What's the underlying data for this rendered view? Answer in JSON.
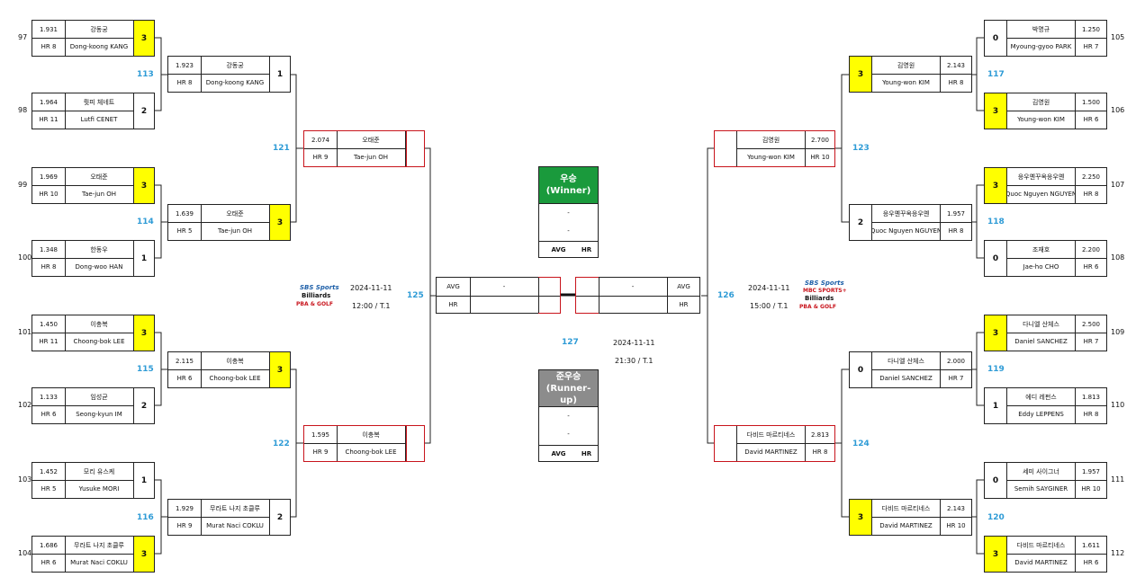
{
  "r1_left": [
    {
      "seed": "97",
      "avg": "1.931",
      "hr": "HR 8",
      "name_ko": "강동궁",
      "name_en": "Dong-koong KANG",
      "score": "3",
      "win": true
    },
    {
      "seed": "98",
      "avg": "1.964",
      "hr": "HR 11",
      "name_ko": "륏피 체네트",
      "name_en": "Lutfi CENET",
      "score": "2",
      "win": false
    },
    {
      "seed": "99",
      "avg": "1.969",
      "hr": "HR 10",
      "name_ko": "오태준",
      "name_en": "Tae-jun OH",
      "score": "3",
      "win": true
    },
    {
      "seed": "100",
      "avg": "1.348",
      "hr": "HR 8",
      "name_ko": "한동우",
      "name_en": "Dong-woo HAN",
      "score": "1",
      "win": false
    },
    {
      "seed": "101",
      "avg": "1.450",
      "hr": "HR 11",
      "name_ko": "이충복",
      "name_en": "Choong-bok LEE",
      "score": "3",
      "win": true
    },
    {
      "seed": "102",
      "avg": "1.133",
      "hr": "HR 6",
      "name_ko": "임성균",
      "name_en": "Seong-kyun IM",
      "score": "2",
      "win": false
    },
    {
      "seed": "103",
      "avg": "1.452",
      "hr": "HR 5",
      "name_ko": "모리 유스케",
      "name_en": "Yusuke MORI",
      "score": "1",
      "win": false
    },
    {
      "seed": "104",
      "avg": "1.686",
      "hr": "HR 6",
      "name_ko": "무라트 나지 초클루",
      "name_en": "Murat Naci COKLU",
      "score": "3",
      "win": true
    }
  ],
  "r2_left": [
    {
      "avg": "1.923",
      "hr": "HR 8",
      "name_ko": "강동궁",
      "name_en": "Dong-koong KANG",
      "score": "1",
      "win": false
    },
    {
      "avg": "1.639",
      "hr": "HR 5",
      "name_ko": "오태준",
      "name_en": "Tae-jun OH",
      "score": "3",
      "win": true
    },
    {
      "avg": "2.115",
      "hr": "HR 6",
      "name_ko": "이충복",
      "name_en": "Choong-bok LEE",
      "score": "3",
      "win": true
    },
    {
      "avg": "1.929",
      "hr": "HR 9",
      "name_ko": "무라트 나지 초클루",
      "name_en": "Murat Naci COKLU",
      "score": "2",
      "win": false
    }
  ],
  "r3_left": [
    {
      "avg": "2.074",
      "hr": "HR 9",
      "name_ko": "오태준",
      "name_en": "Tae-jun OH",
      "score": ""
    },
    {
      "avg": "1.595",
      "hr": "HR 9",
      "name_ko": "이충복",
      "name_en": "Choong-bok LEE",
      "score": ""
    }
  ],
  "r1_right": [
    {
      "seed": "105",
      "avg": "1.250",
      "hr": "HR 7",
      "name_ko": "박명규",
      "name_en": "Myoung-gyoo PARK",
      "score": "0",
      "win": false
    },
    {
      "seed": "106",
      "avg": "1.500",
      "hr": "HR 6",
      "name_ko": "김영원",
      "name_en": "Young-won KIM",
      "score": "3",
      "win": true
    },
    {
      "seed": "107",
      "avg": "2.250",
      "hr": "HR 8",
      "name_ko": "응우옌꾸옥응우옌",
      "name_en": "Quoc Nguyen NGUYEN",
      "score": "3",
      "win": true
    },
    {
      "seed": "108",
      "avg": "2.200",
      "hr": "HR 6",
      "name_ko": "조재호",
      "name_en": "Jae-ho CHO",
      "score": "0",
      "win": false
    },
    {
      "seed": "109",
      "avg": "2.500",
      "hr": "HR 7",
      "name_ko": "다니엘 산체스",
      "name_en": "Daniel SANCHEZ",
      "score": "3",
      "win": true
    },
    {
      "seed": "110",
      "avg": "1.813",
      "hr": "HR 8",
      "name_ko": "에디 레펀스",
      "name_en": "Eddy LEPPENS",
      "score": "1",
      "win": false
    },
    {
      "seed": "111",
      "avg": "1.957",
      "hr": "HR 10",
      "name_ko": "세미 사이그너",
      "name_en": "Semih SAYGINER",
      "score": "0",
      "win": false
    },
    {
      "seed": "112",
      "avg": "1.611",
      "hr": "HR 6",
      "name_ko": "다비드 마르티네스",
      "name_en": "David MARTINEZ",
      "score": "3",
      "win": true
    }
  ],
  "r2_right": [
    {
      "avg": "2.143",
      "hr": "HR 8",
      "name_ko": "김영원",
      "name_en": "Young-won KIM",
      "score": "3",
      "win": true
    },
    {
      "avg": "1.957",
      "hr": "HR 8",
      "name_ko": "응우옌꾸옥응우옌",
      "name_en": "Quoc Nguyen NGUYEN",
      "score": "2",
      "win": false
    },
    {
      "avg": "2.000",
      "hr": "HR 7",
      "name_ko": "다니엘 산체스",
      "name_en": "Daniel SANCHEZ",
      "score": "0",
      "win": false
    },
    {
      "avg": "2.143",
      "hr": "HR 10",
      "name_ko": "다비드 마르티네스",
      "name_en": "David MARTINEZ",
      "score": "3",
      "win": true
    }
  ],
  "r3_right": [
    {
      "avg": "2.700",
      "hr": "HR 10",
      "name_ko": "김영원",
      "name_en": "Young-won KIM",
      "score": ""
    },
    {
      "avg": "2.813",
      "hr": "HR 8",
      "name_ko": "다비드 마르티네스",
      "name_en": "David MARTINEZ",
      "score": ""
    }
  ],
  "match_numbers": {
    "m113": "113",
    "m114": "114",
    "m115": "115",
    "m116": "116",
    "m117": "117",
    "m118": "118",
    "m119": "119",
    "m120": "120",
    "m121": "121",
    "m122": "122",
    "m123": "123",
    "m124": "124",
    "m125": "125",
    "m126": "126",
    "m127": "127"
  },
  "schedule": {
    "left_date": "2024-11-11",
    "left_time": "12:00 / T.1",
    "right_date": "2024-11-11",
    "right_time": "15:00 / T.1",
    "final_date": "2024-11-11",
    "final_time": "21:30 / T.1"
  },
  "final": {
    "left_avg_label": "AVG",
    "left_hr_label": "HR",
    "left_value": "-",
    "right_avg_label": "AVG",
    "right_hr_label": "HR",
    "right_value": "-"
  },
  "winner_box": {
    "title_ko": "우승",
    "title_en": "(Winner)",
    "line1": "-",
    "line2": "-",
    "avg_label": "AVG",
    "hr_label": "HR",
    "color": "#1a9a3c"
  },
  "runnerup_box": {
    "title_ko": "준우승",
    "title_en": "(Runner-up)",
    "line1": "-",
    "line2": "-",
    "avg_label": "AVG",
    "hr_label": "HR",
    "color": "#8c8c8c"
  },
  "logos": {
    "left": {
      "line1": "SBS Sports",
      "line2": "Billiards",
      "line3": "PBA & GOLF"
    },
    "right": {
      "line1": "SBS Sports",
      "line2": "MBC SPORTS+",
      "line3": "Billiards",
      "line4": "PBA & GOLF"
    }
  },
  "colors": {
    "winner_highlight": "#ffff00",
    "match_number": "#2e9bd6",
    "red_border": "#c8141c"
  }
}
